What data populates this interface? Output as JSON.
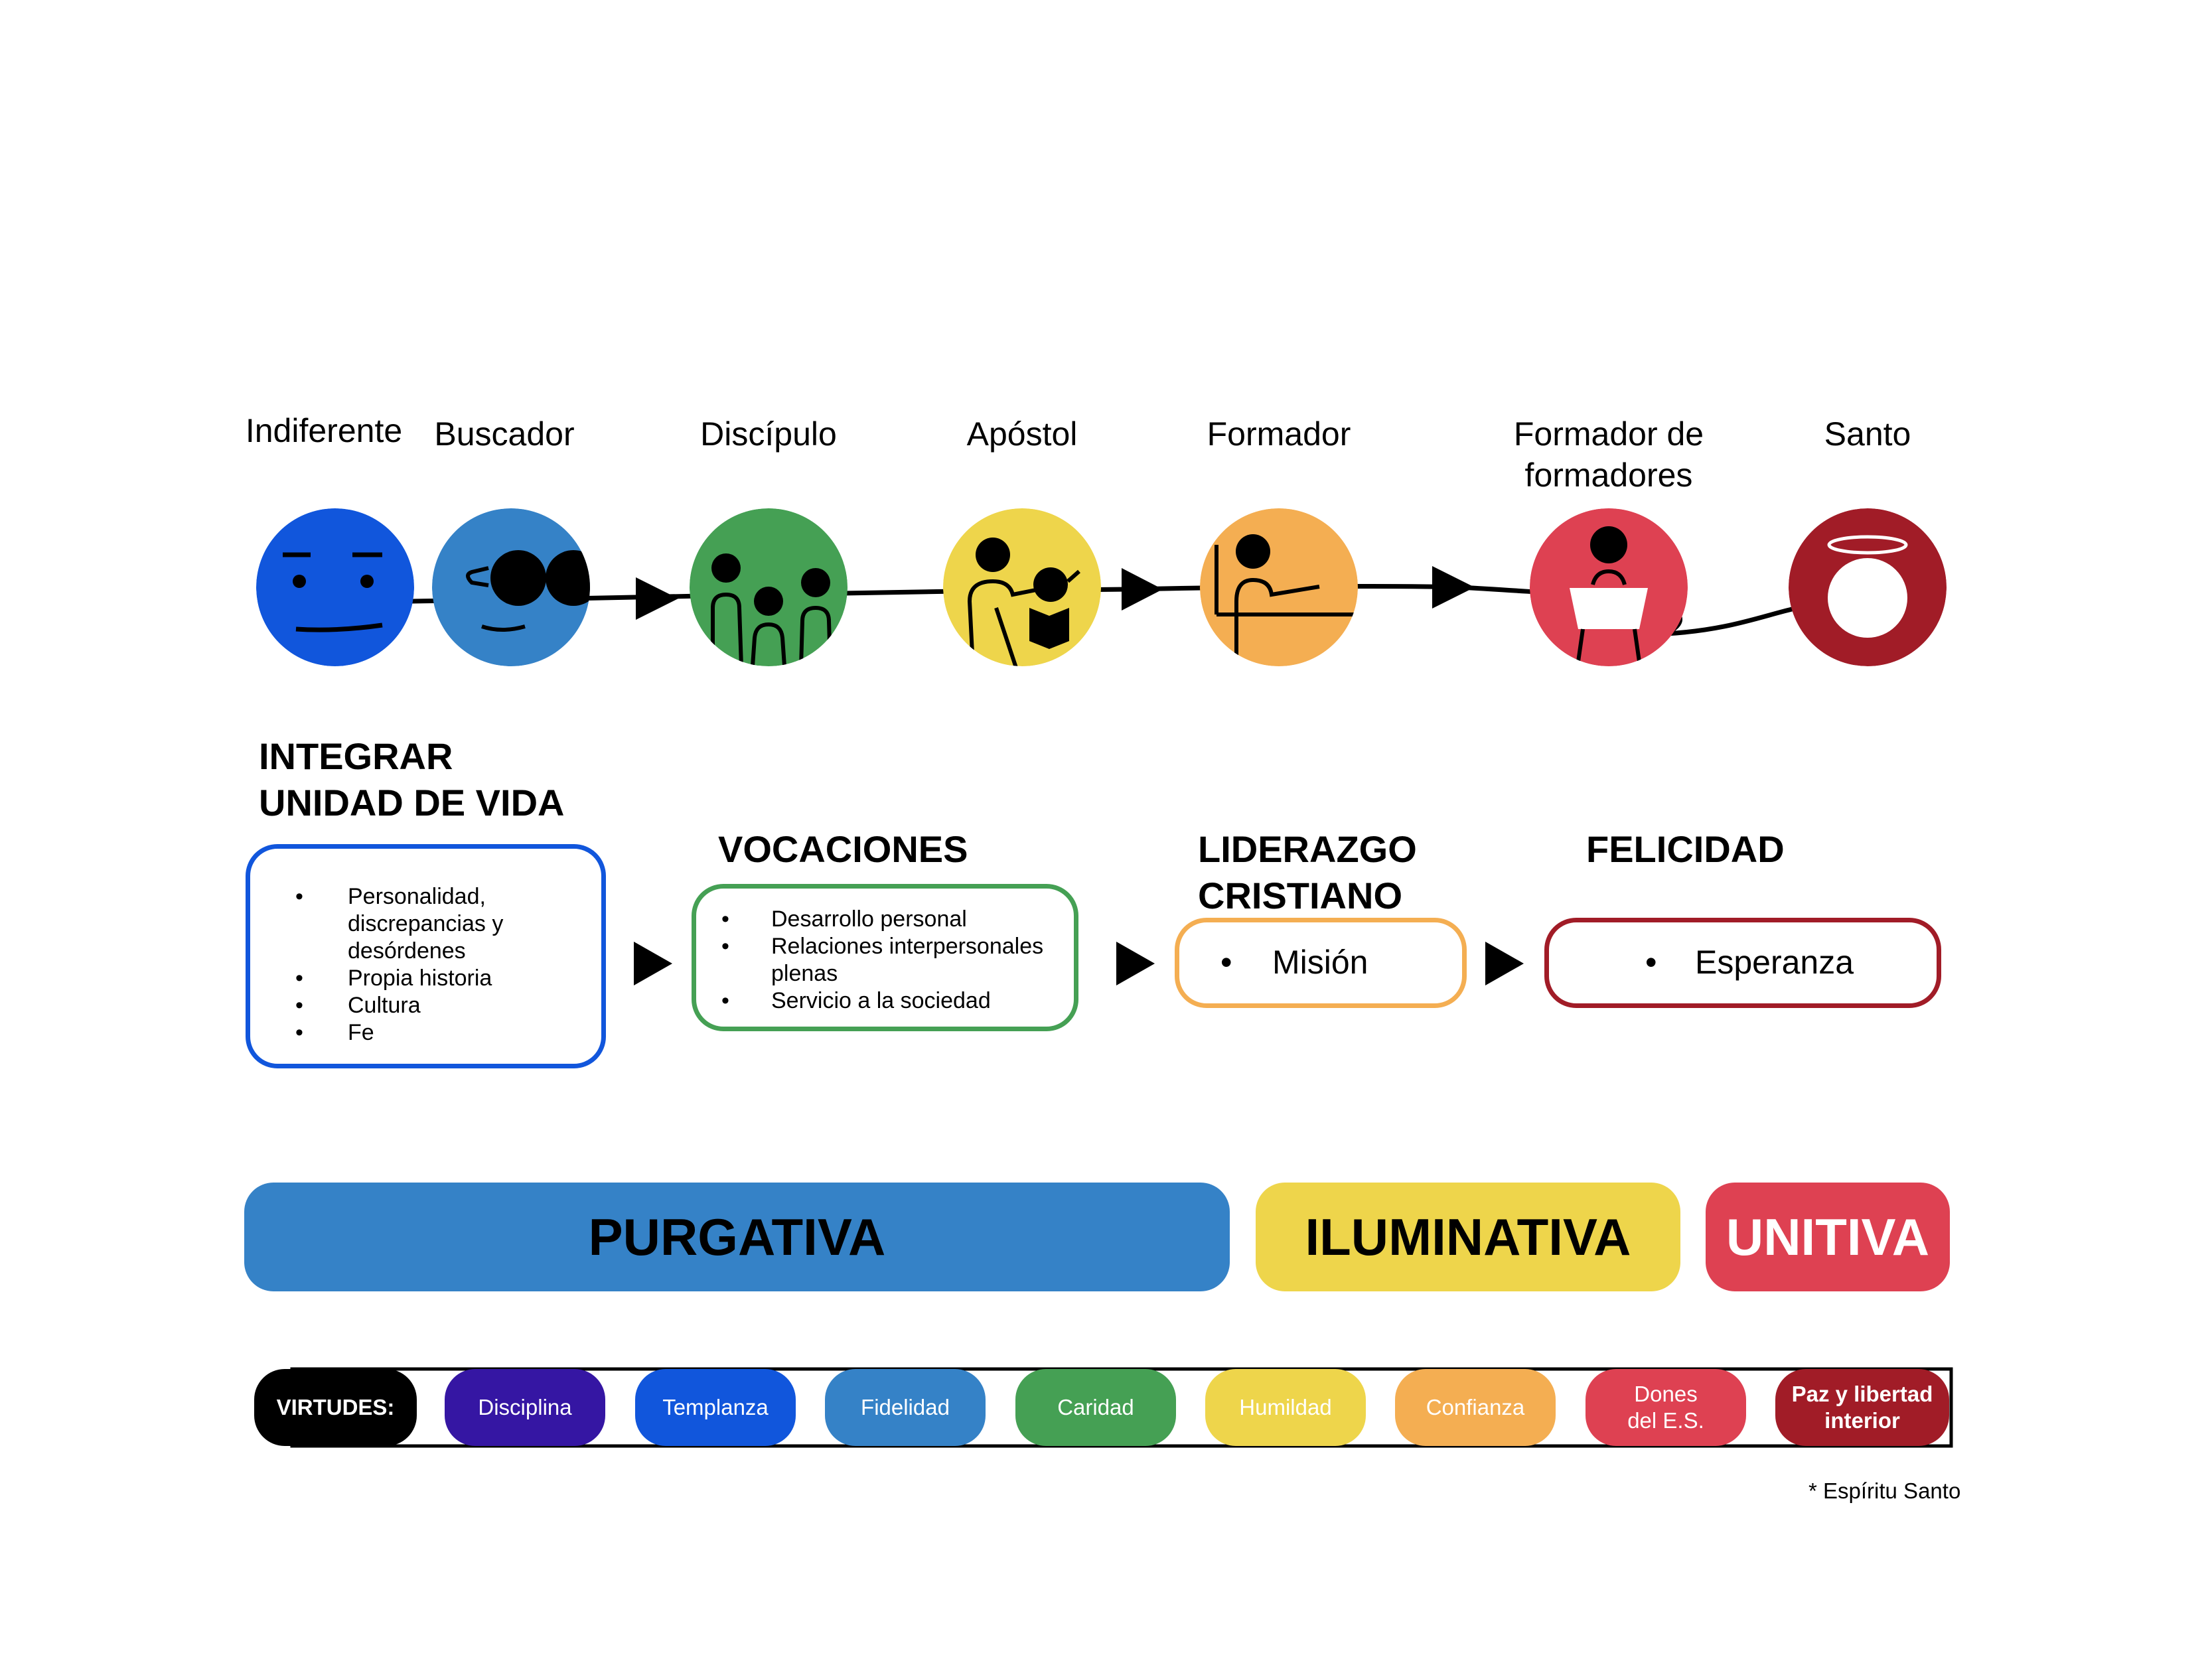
{
  "colors": {
    "indiferente": "#1156dc",
    "buscador": "#3582c7",
    "discipulo": "#45a054",
    "apostol": "#eed54b",
    "formador": "#f4ae52",
    "formador_de_formadores": "#de4152",
    "santo": "#a11c27",
    "purple": "#3516a3",
    "black": "#000000"
  },
  "stages": [
    {
      "label": "Indiferente",
      "icon": "neutral-face-icon"
    },
    {
      "label": "Buscador",
      "icon": "face-with-glasses-icon"
    },
    {
      "label": "Discípulo",
      "icon": "group-of-people-icon"
    },
    {
      "label": "Apóstol",
      "icon": "teacher-with-book-icon"
    },
    {
      "label": "Formador",
      "icon": "person-pointing-icon"
    },
    {
      "label": "Formador de formadores",
      "icon": "speaker-at-podium-icon"
    },
    {
      "label": "Santo",
      "icon": "halo-icon"
    }
  ],
  "sections": {
    "integrar": {
      "title_line1": "INTEGRAR",
      "title_line2": "UNIDAD DE VIDA",
      "items": [
        "Personalidad, discrepancias y desórdenes",
        "Propia historia",
        "Cultura",
        "Fe"
      ]
    },
    "vocaciones": {
      "title": "VOCACIONES",
      "items": [
        "Desarrollo personal",
        "Relaciones interpersonales plenas",
        "Servicio a la sociedad"
      ]
    },
    "liderazgo": {
      "title_line1": "LIDERAZGO",
      "title_line2": "CRISTIANO",
      "items": [
        "Misión"
      ]
    },
    "felicidad": {
      "title": "FELICIDAD",
      "items": [
        "Esperanza"
      ]
    }
  },
  "phases": [
    {
      "label": "PURGATIVA",
      "color": "#3582c7",
      "text_color": "#000000"
    },
    {
      "label": "ILUMINATIVA",
      "color": "#eed54b",
      "text_color": "#000000"
    },
    {
      "label": "UNITIVA",
      "color": "#de4152",
      "text_color": "#ffffff"
    }
  ],
  "virtues": {
    "header": "VIRTUDES:",
    "items": [
      {
        "label": "Disciplina",
        "color": "#3516a3"
      },
      {
        "label": "Templanza",
        "color": "#1156dc"
      },
      {
        "label": "Fidelidad",
        "color": "#3582c7"
      },
      {
        "label": "Caridad",
        "color": "#45a054"
      },
      {
        "label": "Humildad",
        "color": "#eed54b"
      },
      {
        "label": "Confianza",
        "color": "#f4ae52"
      },
      {
        "label": "Dones del E.S.",
        "color": "#de4152"
      },
      {
        "label": "Paz y libertad interior",
        "color": "#a11c27"
      }
    ]
  },
  "footnote": "* Espíritu Santo"
}
